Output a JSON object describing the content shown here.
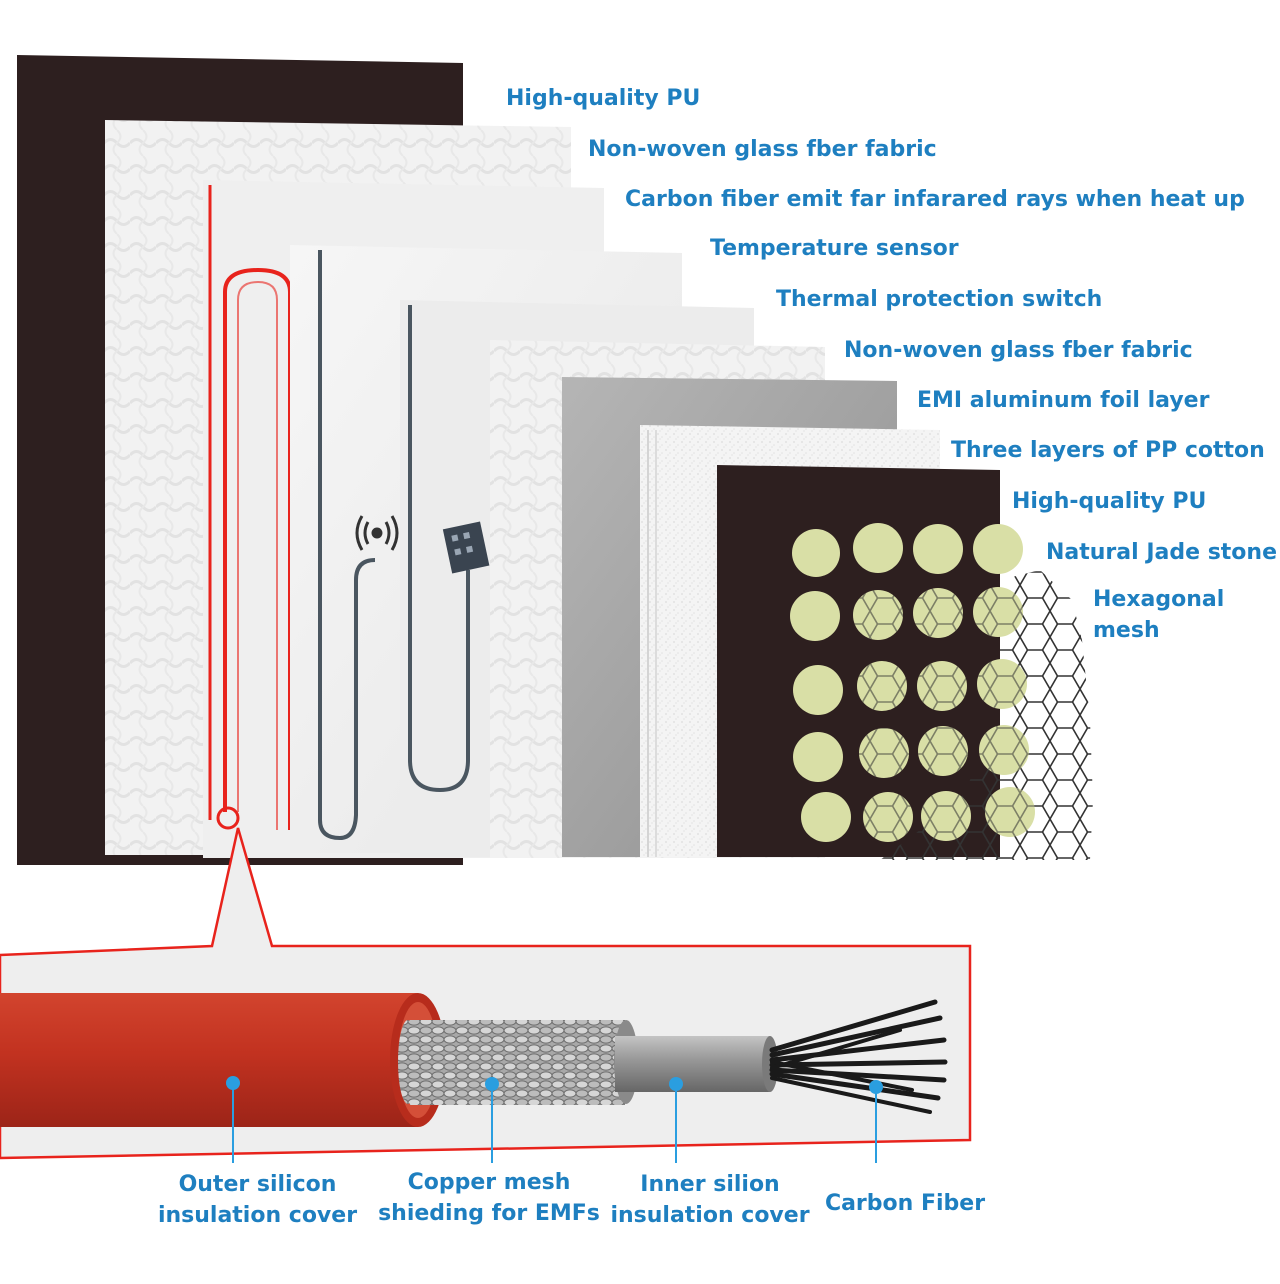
{
  "layers": [
    {
      "id": "pu-back",
      "label": "High-quality PU"
    },
    {
      "id": "glass-fiber-1",
      "label": "Non-woven glass fber fabric"
    },
    {
      "id": "carbon-fiber",
      "label": "Carbon fiber emit far infarared rays when heat up"
    },
    {
      "id": "temp-sensor",
      "label": "Temperature sensor"
    },
    {
      "id": "thermal-switch",
      "label": "Thermal protection switch"
    },
    {
      "id": "glass-fiber-2",
      "label": "Non-woven glass fber fabric"
    },
    {
      "id": "emi-foil",
      "label": "EMI aluminum foil layer"
    },
    {
      "id": "pp-cotton",
      "label": "Three layers of PP cotton"
    },
    {
      "id": "pu-front",
      "label": "High-quality PU"
    },
    {
      "id": "jade",
      "label": "Natural Jade stone"
    },
    {
      "id": "hex-mesh",
      "label": "Hexagonal mesh"
    }
  ],
  "cable_parts": [
    {
      "id": "outer-silicon",
      "line1": "Outer silicon",
      "line2": "insulation cover"
    },
    {
      "id": "copper-mesh",
      "line1": "Copper mesh",
      "line2": "shieding for EMFs"
    },
    {
      "id": "inner-silicon",
      "line1": "Inner silion",
      "line2": "insulation cover"
    },
    {
      "id": "carbon-core",
      "line1": "Carbon Fiber",
      "line2": ""
    }
  ],
  "colors": {
    "label": "#1e7fc0",
    "pu": "#2d1f1f",
    "heating_wire": "#e8231c",
    "cable": "#c8321f",
    "jade": "#d9dfa6",
    "dot": "#2a9ee0"
  }
}
